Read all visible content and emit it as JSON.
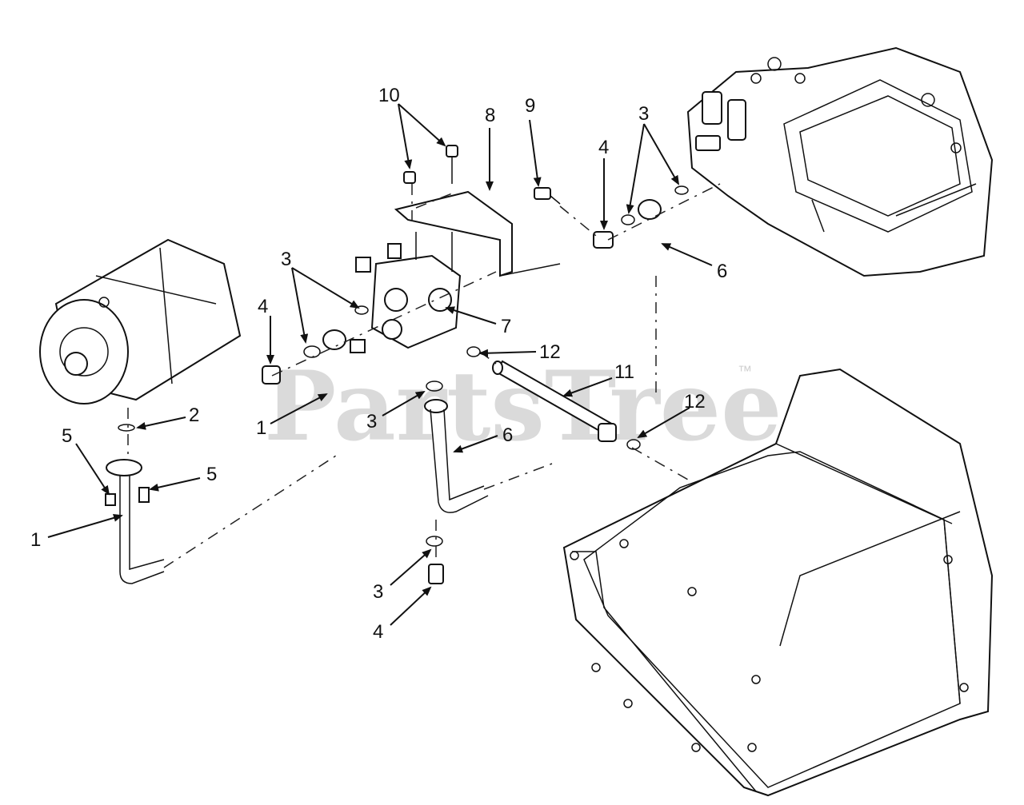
{
  "watermark": {
    "text": "PartsTree",
    "trademark": "™"
  },
  "labels": {
    "l1a": "1",
    "l1b": "1",
    "l2": "2",
    "l3a": "3",
    "l3b": "3",
    "l3c": "3",
    "l3d": "3",
    "l4a": "4",
    "l4b": "4",
    "l4c": "4",
    "l5a": "5",
    "l5b": "5",
    "l6a": "6",
    "l6b": "6",
    "l7": "7",
    "l8": "8",
    "l9": "9",
    "l10": "10",
    "l11": "11",
    "l12a": "12",
    "l12b": "12"
  },
  "colors": {
    "line": "#111111",
    "watermark": "#d4d4d4",
    "background": "#ffffff"
  }
}
